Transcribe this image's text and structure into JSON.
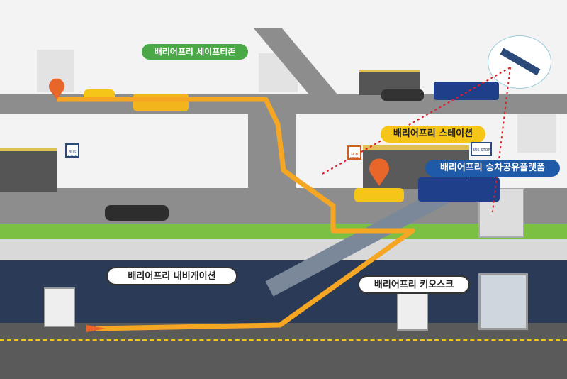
{
  "labels": {
    "safety_zone": "배리어프리 세이프티존",
    "station": "배리어프리 스테이션",
    "platform": "배리어프리 승차공유플랫폼",
    "navigation": "배리어프리 내비게이션",
    "kiosk": "배리어프리 키오스크"
  },
  "signs": {
    "bus_stop": "BUS STOP",
    "taxi_stop": "TAXI STOP"
  },
  "colors": {
    "path": "#f5a623",
    "safety": "#4aa847",
    "station": "#f5c518",
    "platform": "#1f5aa8",
    "subway": "#2b3a56",
    "grass": "#7cc043"
  }
}
